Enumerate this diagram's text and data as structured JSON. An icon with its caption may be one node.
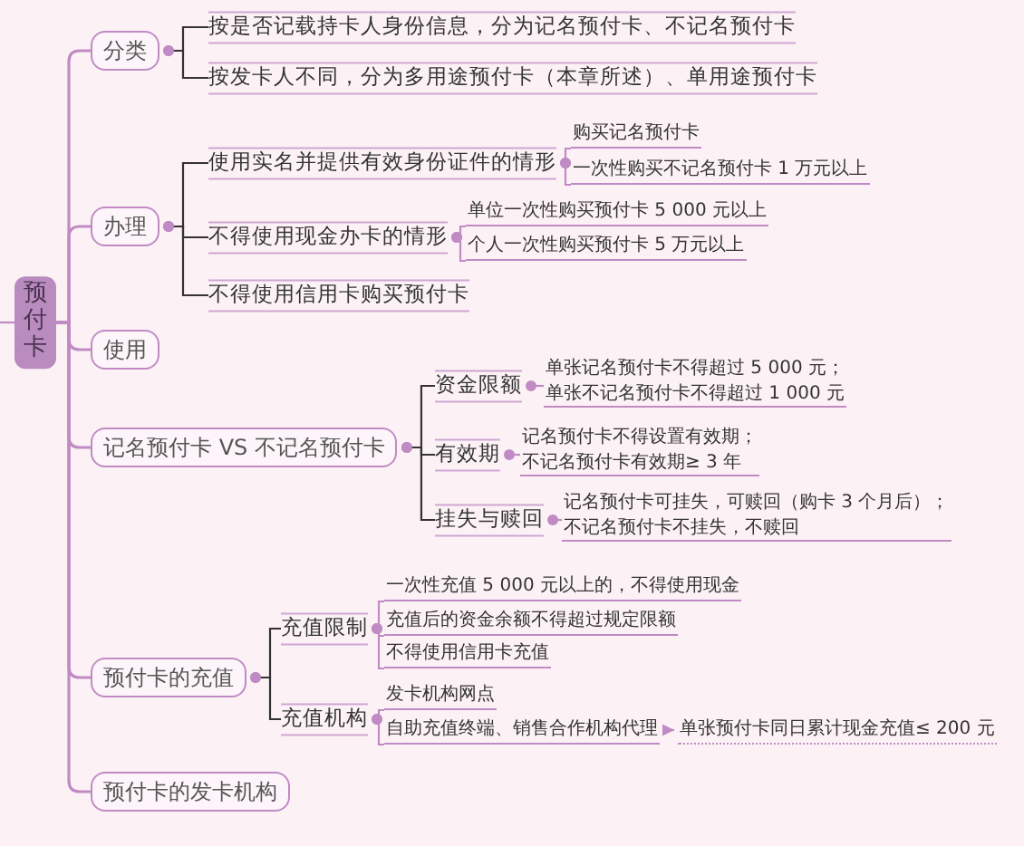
{
  "diagram": {
    "nodes": [
      {
        "text": [
          "预付卡"
        ]
      },
      {
        "text": [
          "分类"
        ]
      },
      {
        "text": [
          "办理"
        ]
      },
      {
        "text": [
          "使用"
        ]
      },
      {
        "text": [
          "记名预付卡 VS 不记名预付卡"
        ]
      },
      {
        "text": [
          "预付卡的充值"
        ]
      },
      {
        "text": [
          "预付卡的发卡机构"
        ]
      },
      {
        "text": [
          "按是否记载持卡人身份信息，分为记名预付卡、不记名预付卡"
        ]
      },
      {
        "text": [
          "按发卡人不同，分为多用途预付卡（本章所述）、单用途预付卡"
        ]
      },
      {
        "text": [
          "使用实名并提供有效身份证件的情形"
        ]
      },
      {
        "text": [
          "不得使用现金办卡的情形"
        ]
      },
      {
        "text": [
          "不得使用信用卡购买预付卡"
        ]
      },
      {
        "text": [
          "购买记名预付卡"
        ]
      },
      {
        "text": [
          "一次性购买不记名预付卡 1 万元以上"
        ]
      },
      {
        "text": [
          "单位一次性购买预付卡 5 000 元以上"
        ]
      },
      {
        "text": [
          "个人一次性购买预付卡 5 万元以上"
        ]
      },
      {
        "text": [
          "资金限额"
        ]
      },
      {
        "text": [
          "有效期"
        ]
      },
      {
        "text": [
          "挂失与赎回"
        ]
      },
      {
        "text": [
          "单张记名预付卡不得超过 5 000 元；",
          "单张不记名预付卡不得超过 1 000 元"
        ]
      },
      {
        "text": [
          "记名预付卡不得设置有效期；",
          "不记名预付卡有效期≥ 3 年"
        ]
      },
      {
        "text": [
          "记名预付卡可挂失，可赎回（购卡 3 个月后）；",
          "不记名预付卡不挂失，不赎回"
        ]
      },
      {
        "text": [
          "充值限制"
        ]
      },
      {
        "text": [
          "充值机构"
        ]
      },
      {
        "text": [
          "一次性充值 5 000 元以上的，不得使用现金"
        ]
      },
      {
        "text": [
          "充值后的资金余额不得超过规定限额"
        ]
      },
      {
        "text": [
          "不得使用信用卡充值"
        ]
      },
      {
        "text": [
          "发卡机构网点"
        ]
      },
      {
        "text": [
          "自助充值终端、销售合作机构代理"
        ]
      },
      {
        "text": [
          "单张预付卡同日累计现金充值≤ 200 元"
        ]
      }
    ],
    "edges": [
      {
        "from": null,
        "to": 0,
        "arrow": "none"
      },
      {
        "from": 0,
        "to": 1,
        "arrow": "none"
      },
      {
        "from": 0,
        "to": 2,
        "arrow": "none"
      },
      {
        "from": 0,
        "to": 3,
        "arrow": "none"
      },
      {
        "from": 0,
        "to": 4,
        "arrow": "none"
      },
      {
        "from": 0,
        "to": 5,
        "arrow": "none"
      },
      {
        "from": 0,
        "to": 6,
        "arrow": "none"
      },
      {
        "from": 1,
        "to": 7,
        "arrow": "other",
        "color": "#333333"
      },
      {
        "from": 1,
        "to": 8,
        "arrow": "other",
        "color": "#333333"
      },
      {
        "from": 2,
        "to": 9,
        "arrow": "other",
        "color": "#333333"
      },
      {
        "from": 2,
        "to": 10,
        "arrow": "other",
        "color": "#333333"
      },
      {
        "from": 2,
        "to": 11,
        "arrow": "other",
        "color": "#333333"
      },
      {
        "from": 9,
        "to": 12,
        "arrow": "other"
      },
      {
        "from": 9,
        "to": 13,
        "arrow": "other"
      },
      {
        "from": 10,
        "to": 14,
        "arrow": "other"
      },
      {
        "from": 10,
        "to": 15,
        "arrow": "other"
      },
      {
        "from": 4,
        "to": 16,
        "arrow": "other",
        "color": "#333333"
      },
      {
        "from": 4,
        "to": 17,
        "arrow": "other",
        "color": "#333333"
      },
      {
        "from": 4,
        "to": 18,
        "arrow": "other",
        "color": "#333333"
      },
      {
        "from": 16,
        "to": 19,
        "arrow": "other"
      },
      {
        "from": 17,
        "to": 20,
        "arrow": "other"
      },
      {
        "from": 18,
        "to": 21,
        "arrow": "other"
      },
      {
        "from": 5,
        "to": 22,
        "arrow": "other",
        "color": "#333333"
      },
      {
        "from": 5,
        "to": 23,
        "arrow": "other",
        "color": "#333333"
      },
      {
        "from": 22,
        "to": 24,
        "arrow": "other"
      },
      {
        "from": 22,
        "to": 25,
        "arrow": "other"
      },
      {
        "from": 22,
        "to": 26,
        "arrow": "other"
      },
      {
        "from": 23,
        "to": 27,
        "arrow": "other"
      },
      {
        "from": 23,
        "to": 28,
        "arrow": "other"
      },
      {
        "from": 28,
        "to": 29,
        "arrow": "to"
      }
    ]
  }
}
